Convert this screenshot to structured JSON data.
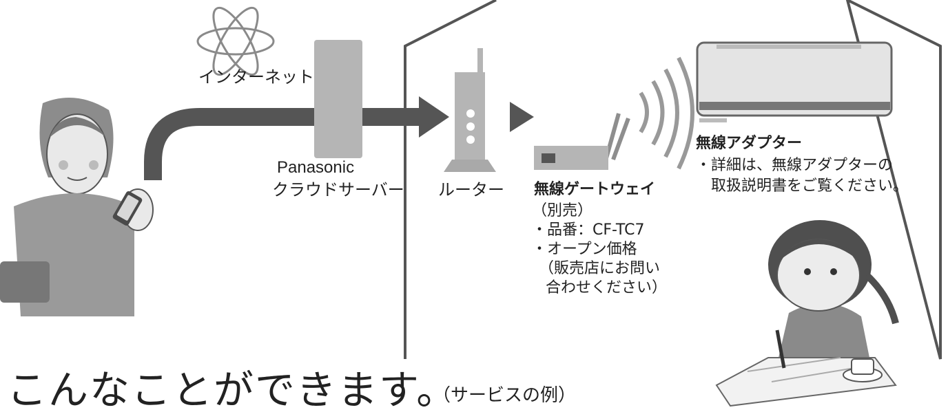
{
  "labels": {
    "internet": "インターネット",
    "server_line1": "Panasonic",
    "server_line2": "クラウドサーバー",
    "router": "ルーター",
    "gateway_title": "無線ゲートウェイ",
    "gateway_lines": [
      "（別売）",
      "・品番：CF-TC7",
      "・オープン価格",
      "（販売店にお問い",
      "合わせください）"
    ],
    "adapter_title": "無線アダプター",
    "adapter_lines": [
      "・詳細は、無線アダプターの",
      "取扱説明書をご覧ください。"
    ]
  },
  "heading": {
    "main": "こんなことができます。",
    "sub": "（サービスの例）"
  },
  "colors": {
    "arrow": "#555555",
    "device": "#b5b5b5",
    "house_line": "#555555",
    "text": "#222222"
  },
  "icons": [
    "internet-atom-icon",
    "cloud-server-icon",
    "router-icon",
    "wireless-gateway-icon",
    "wifi-waves-icon",
    "air-conditioner-icon",
    "woman-with-phone-icon",
    "girl-studying-icon"
  ]
}
